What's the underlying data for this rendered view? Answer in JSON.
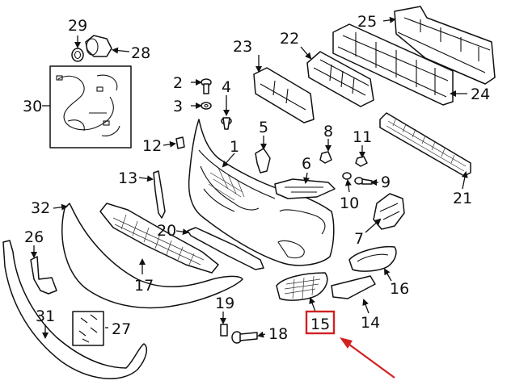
{
  "diagram": {
    "highlight_color": "#d32020",
    "highlighted_callout": "15",
    "callouts": [
      {
        "id": "c1",
        "label": "1"
      },
      {
        "id": "c2",
        "label": "2"
      },
      {
        "id": "c3",
        "label": "3"
      },
      {
        "id": "c4",
        "label": "4"
      },
      {
        "id": "c5",
        "label": "5"
      },
      {
        "id": "c6",
        "label": "6"
      },
      {
        "id": "c7",
        "label": "7"
      },
      {
        "id": "c8",
        "label": "8"
      },
      {
        "id": "c9",
        "label": "9"
      },
      {
        "id": "c10",
        "label": "10"
      },
      {
        "id": "c11",
        "label": "11"
      },
      {
        "id": "c12",
        "label": "12"
      },
      {
        "id": "c13",
        "label": "13"
      },
      {
        "id": "c14",
        "label": "14"
      },
      {
        "id": "c15",
        "label": "15"
      },
      {
        "id": "c16",
        "label": "16"
      },
      {
        "id": "c17",
        "label": "17"
      },
      {
        "id": "c18",
        "label": "18"
      },
      {
        "id": "c19",
        "label": "19"
      },
      {
        "id": "c20",
        "label": "20"
      },
      {
        "id": "c21",
        "label": "21"
      },
      {
        "id": "c22",
        "label": "22"
      },
      {
        "id": "c23",
        "label": "23"
      },
      {
        "id": "c24",
        "label": "24"
      },
      {
        "id": "c25",
        "label": "25"
      },
      {
        "id": "c26",
        "label": "26"
      },
      {
        "id": "c27",
        "label": "27"
      },
      {
        "id": "c28",
        "label": "28"
      },
      {
        "id": "c29",
        "label": "29"
      },
      {
        "id": "c30",
        "label": "30"
      },
      {
        "id": "c31",
        "label": "31"
      },
      {
        "id": "c32",
        "label": "32"
      }
    ]
  }
}
